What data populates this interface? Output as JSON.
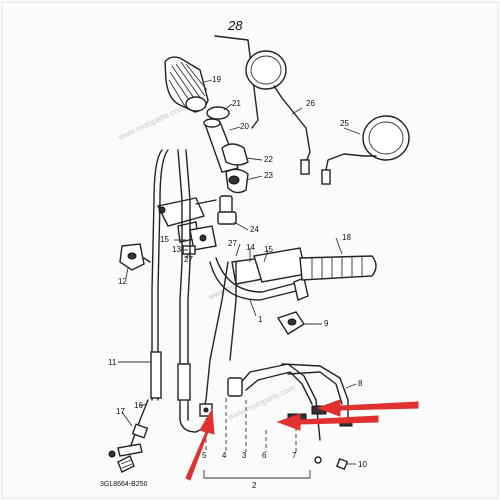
{
  "handwritten_note": "28",
  "drawing_code": "3GL8664-B250",
  "watermark": "www.motoparts.com",
  "callouts": [
    "1",
    "2",
    "3",
    "4",
    "5",
    "6",
    "7",
    "8",
    "9",
    "10",
    "11",
    "12",
    "13",
    "14",
    "15",
    "15",
    "16",
    "17",
    "18",
    "19",
    "20",
    "21",
    "22",
    "23",
    "24",
    "25",
    "26",
    "27",
    "27"
  ],
  "colors": {
    "line": "#222222",
    "arrow": "#e03030",
    "background": "#fbfbfb"
  }
}
